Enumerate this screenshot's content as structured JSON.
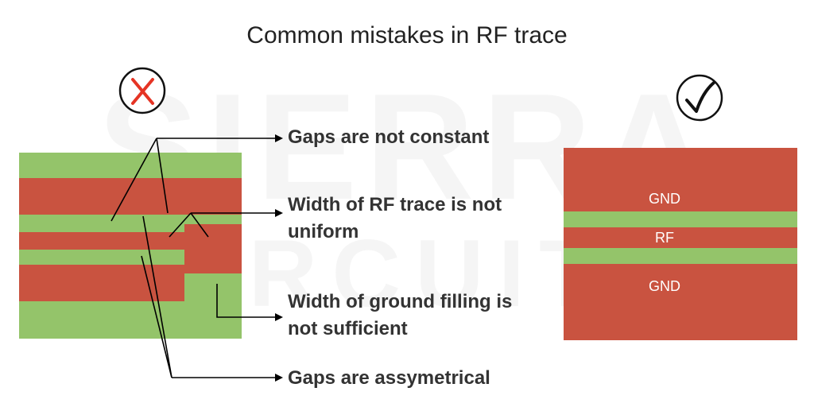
{
  "title": "Common mistakes in RF trace",
  "watermark": {
    "line1": "SIERRA",
    "line2": "CIRCUITS"
  },
  "callouts": {
    "gaps_not_constant": "Gaps are not constant",
    "width_rf_line1": "Width of RF trace is not",
    "width_rf_line2": "uniform",
    "ground_line1": "Width of ground filling is",
    "ground_line2": "not sufficient",
    "gaps_asym": "Gaps are assymetrical"
  },
  "good_labels": {
    "gnd_top": "GND",
    "rf": "RF",
    "gnd_bottom": "GND"
  },
  "icons": {
    "bad": "cross-circle-icon",
    "good": "check-circle-icon"
  },
  "colors": {
    "copper_red": "#c95340",
    "substrate_green": "#94c46a",
    "cross": "#e53424",
    "text": "#333333"
  }
}
